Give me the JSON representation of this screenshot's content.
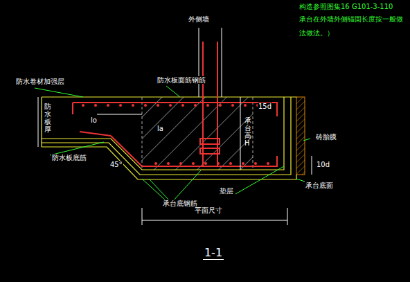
{
  "diagram": {
    "title": "1-1",
    "labels": [
      "构造参照图集16 G101-3-110",
      "承台在外墙外侧锚固长度按一般做",
      "法做法。）",
      "外侧墙",
      "防水卷材加强层",
      "防水板面筋钢筋",
      "防水板厚",
      "lo",
      "la",
      "15d",
      "承台高H",
      "砖胎膜",
      "10d",
      "45°",
      "防水板底筋",
      "承台底钢筋",
      "垫层",
      "承台底面",
      "平面尺寸"
    ]
  }
}
